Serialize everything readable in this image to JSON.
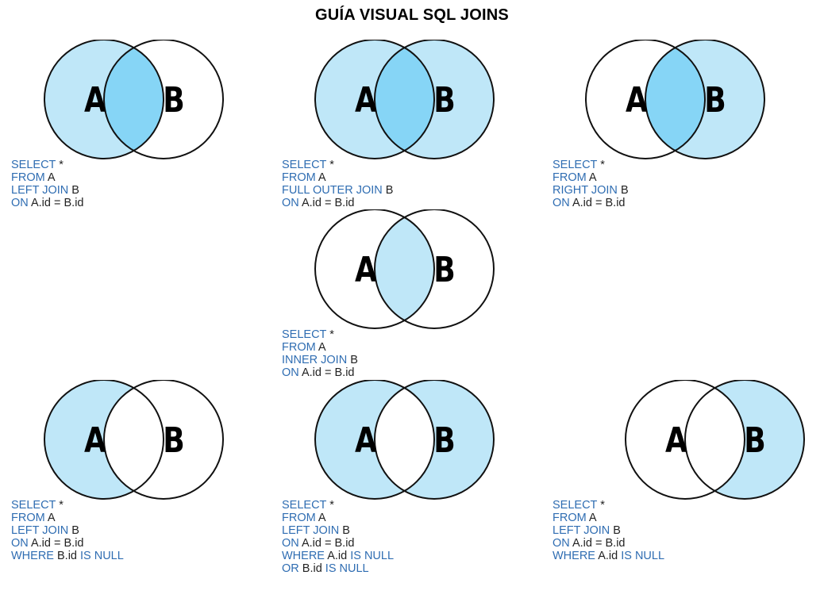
{
  "title": "GUÍA VISUAL SQL JOINS",
  "colors": {
    "fill_light": "#bfe7f8",
    "fill_dark": "#86d5f6",
    "stroke": "#111111",
    "keyword": "#2f6db2",
    "text": "#222222"
  },
  "diagrams": [
    {
      "id": "left-join",
      "label_a": "A",
      "label_b": "B",
      "shading": {
        "a_only": "light",
        "overlap": "dark",
        "b_only": "none"
      },
      "code": [
        [
          [
            "kw",
            "SELECT "
          ],
          [
            "pl",
            "*"
          ]
        ],
        [
          [
            "kw",
            "FROM "
          ],
          [
            "pl",
            "A"
          ]
        ],
        [
          [
            "kw",
            "LEFT JOIN "
          ],
          [
            "pl",
            "B"
          ]
        ],
        [
          [
            "kw",
            "ON "
          ],
          [
            "pl",
            "A.id = B.id"
          ]
        ]
      ]
    },
    {
      "id": "full-outer-join",
      "label_a": "A",
      "label_b": "B",
      "shading": {
        "a_only": "light",
        "overlap": "dark",
        "b_only": "light"
      },
      "code": [
        [
          [
            "kw",
            "SELECT "
          ],
          [
            "pl",
            "*"
          ]
        ],
        [
          [
            "kw",
            "FROM "
          ],
          [
            "pl",
            "A"
          ]
        ],
        [
          [
            "kw",
            "FULL OUTER JOIN "
          ],
          [
            "pl",
            "B"
          ]
        ],
        [
          [
            "kw",
            "ON "
          ],
          [
            "pl",
            "A.id = B.id"
          ]
        ]
      ]
    },
    {
      "id": "right-join",
      "label_a": "A",
      "label_b": "B",
      "shading": {
        "a_only": "none",
        "overlap": "dark",
        "b_only": "light"
      },
      "code": [
        [
          [
            "kw",
            "SELECT "
          ],
          [
            "pl",
            "*"
          ]
        ],
        [
          [
            "kw",
            "FROM "
          ],
          [
            "pl",
            "A"
          ]
        ],
        [
          [
            "kw",
            "RIGHT JOIN "
          ],
          [
            "pl",
            "B"
          ]
        ],
        [
          [
            "kw",
            "ON "
          ],
          [
            "pl",
            "A.id = B.id"
          ]
        ]
      ]
    },
    {
      "id": "inner-join",
      "label_a": "A",
      "label_b": "B",
      "shading": {
        "a_only": "none",
        "overlap": "light",
        "b_only": "none"
      },
      "code": [
        [
          [
            "kw",
            "SELECT "
          ],
          [
            "pl",
            "*"
          ]
        ],
        [
          [
            "kw",
            "FROM "
          ],
          [
            "pl",
            "A"
          ]
        ],
        [
          [
            "kw",
            "INNER JOIN "
          ],
          [
            "pl",
            "B"
          ]
        ],
        [
          [
            "kw",
            "ON "
          ],
          [
            "pl",
            "A.id = B.id"
          ]
        ]
      ]
    },
    {
      "id": "left-excluding-join",
      "label_a": "A",
      "label_b": "B",
      "shading": {
        "a_only": "light",
        "overlap": "none",
        "b_only": "none"
      },
      "code": [
        [
          [
            "kw",
            "SELECT "
          ],
          [
            "pl",
            "*"
          ]
        ],
        [
          [
            "kw",
            "FROM "
          ],
          [
            "pl",
            "A"
          ]
        ],
        [
          [
            "kw",
            "LEFT JOIN "
          ],
          [
            "pl",
            "B"
          ]
        ],
        [
          [
            "kw",
            "ON "
          ],
          [
            "pl",
            "A.id = B.id"
          ]
        ],
        [
          [
            "kw",
            "WHERE "
          ],
          [
            "pl",
            "B.id "
          ],
          [
            "kw",
            "IS NULL"
          ]
        ]
      ]
    },
    {
      "id": "outer-excluding-join",
      "label_a": "A",
      "label_b": "B",
      "shading": {
        "a_only": "light",
        "overlap": "none",
        "b_only": "light"
      },
      "code": [
        [
          [
            "kw",
            "SELECT "
          ],
          [
            "pl",
            "*"
          ]
        ],
        [
          [
            "kw",
            "FROM "
          ],
          [
            "pl",
            "A"
          ]
        ],
        [
          [
            "kw",
            "LEFT JOIN "
          ],
          [
            "pl",
            "B"
          ]
        ],
        [
          [
            "kw",
            "ON "
          ],
          [
            "pl",
            "A.id = B.id"
          ]
        ],
        [
          [
            "kw",
            "WHERE "
          ],
          [
            "pl",
            "A.id "
          ],
          [
            "kw",
            "IS NULL"
          ]
        ],
        [
          [
            "kw",
            "OR "
          ],
          [
            "pl",
            "B.id "
          ],
          [
            "kw",
            "IS NULL"
          ]
        ]
      ]
    },
    {
      "id": "right-excluding-join",
      "label_a": "A",
      "label_b": "B",
      "shading": {
        "a_only": "none",
        "overlap": "none",
        "b_only": "light"
      },
      "code": [
        [
          [
            "kw",
            "SELECT "
          ],
          [
            "pl",
            "*"
          ]
        ],
        [
          [
            "kw",
            "FROM "
          ],
          [
            "pl",
            "A"
          ]
        ],
        [
          [
            "kw",
            "LEFT JOIN "
          ],
          [
            "pl",
            "B"
          ]
        ],
        [
          [
            "kw",
            "ON "
          ],
          [
            "pl",
            "A.id = B.id"
          ]
        ],
        [
          [
            "kw",
            "WHERE "
          ],
          [
            "pl",
            "A.id "
          ],
          [
            "kw",
            "IS NULL"
          ]
        ]
      ]
    }
  ]
}
